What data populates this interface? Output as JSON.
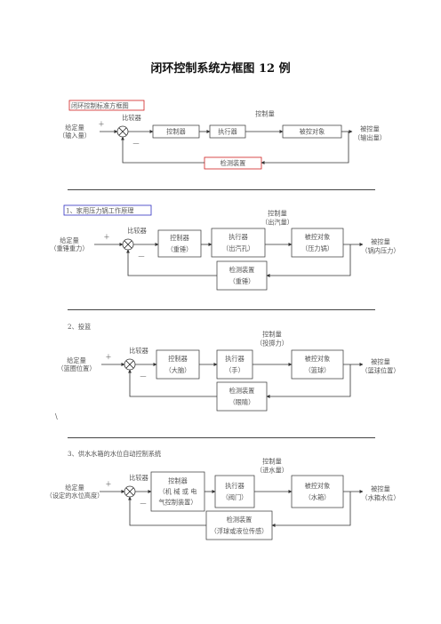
{
  "title": "闭环控制系统方框图 12 例",
  "diagrams": [
    {
      "heading": "闭环控制标准方框图",
      "input": [
        "给定量",
        "（输入量）"
      ],
      "comparator": "比较器",
      "plus": "＋",
      "minus": "—",
      "controller": [
        "控制器"
      ],
      "actuator": [
        "执行器"
      ],
      "control_var": [
        "控制量"
      ],
      "plant": [
        "被控对象"
      ],
      "output": [
        "被控量",
        "（输出量）"
      ],
      "feedback": [
        "检测装置"
      ]
    },
    {
      "heading": "1、家用压力锅工作原理",
      "input": [
        "给定量",
        "（重锤重力）"
      ],
      "comparator": "比较器",
      "plus": "＋",
      "minus": "—",
      "controller": [
        "控制器",
        "（重锤）"
      ],
      "actuator": [
        "执行器",
        "（出汽孔）"
      ],
      "control_var": [
        "控制量",
        "（出汽量）"
      ],
      "plant": [
        "被控对象",
        "（压力锅）"
      ],
      "output": [
        "被控量",
        "（锅内压力）"
      ],
      "feedback": [
        "检测装置",
        "（重锤）"
      ]
    },
    {
      "heading": "2、投篮",
      "input": [
        "给定量",
        "（篮圈位置）"
      ],
      "comparator": "比较器",
      "plus": "＋",
      "minus": "—",
      "controller": [
        "控制器",
        "（大脑）"
      ],
      "actuator": [
        "执行器",
        "（手）"
      ],
      "control_var": [
        "控制量",
        "（投掷力）"
      ],
      "plant": [
        "被控对象",
        "（篮球）"
      ],
      "output": [
        "被控量",
        "（篮球位置）"
      ],
      "feedback": [
        "检测装置",
        "（眼睛）"
      ]
    },
    {
      "heading": "3、供水水箱的水位自动控制系统",
      "input": [
        "给定量",
        "（设定的水位高度）"
      ],
      "comparator": "比较器",
      "plus": "＋",
      "minus": "—",
      "controller": [
        "控制器",
        "（机 械 或 电",
        "气控制装置）"
      ],
      "actuator": [
        "执行器",
        "（阀门）"
      ],
      "control_var": [
        "控制量",
        "（进水量）"
      ],
      "plant": [
        "被控对象",
        "（水箱）"
      ],
      "output": [
        "被控量",
        "（水箱水位）"
      ],
      "feedback": [
        "检测装置",
        "（浮球或液位传感）"
      ]
    }
  ],
  "stray_mark": "\\"
}
